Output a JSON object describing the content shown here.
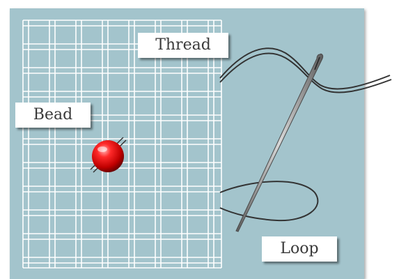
{
  "labels": {
    "thread": "Thread",
    "bead": "Bead",
    "loop": "Loop"
  },
  "colors": {
    "background_panel": "#a3c4cc",
    "grid_lines": "#ffffff",
    "thread": "#333333",
    "bead": "#e01010",
    "needle": "#777777"
  },
  "icons": {
    "bead": "red-bead-icon",
    "needle": "needle-icon"
  }
}
